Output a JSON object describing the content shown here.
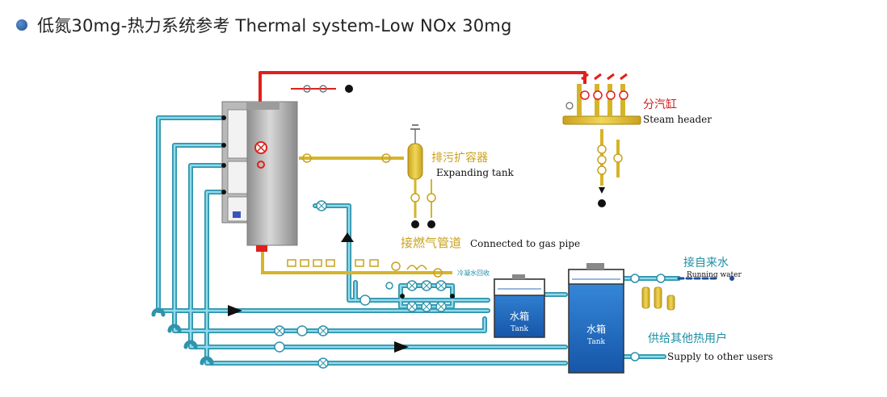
{
  "title": "低氮30mg-热力系统参考 Thermal system-Low NOx 30mg",
  "labels": {
    "steam_header_cn": "分汽缸",
    "steam_header_en": "Steam header",
    "expanding_tank_cn": "排污扩容器",
    "expanding_tank_en": "Expanding tank",
    "gas_pipe_cn": "接燃气管道",
    "gas_pipe_en": "Connected to gas pipe",
    "condensate_cn": "冷凝水回收",
    "running_water_cn": "接自来水",
    "running_water_en": "Running water",
    "tank_small_cn": "水箱",
    "tank_small_en": "Tank",
    "tank_large_cn": "水箱",
    "tank_large_en": "Tank",
    "supply_cn": "供给其他热用户",
    "supply_en": "Supply to other users"
  },
  "colors": {
    "steam": "#e0201b",
    "gas": "#d6b429",
    "water": "#33a6c0",
    "boiler": "#a7a7a7",
    "tank": "#1c6fc9"
  }
}
